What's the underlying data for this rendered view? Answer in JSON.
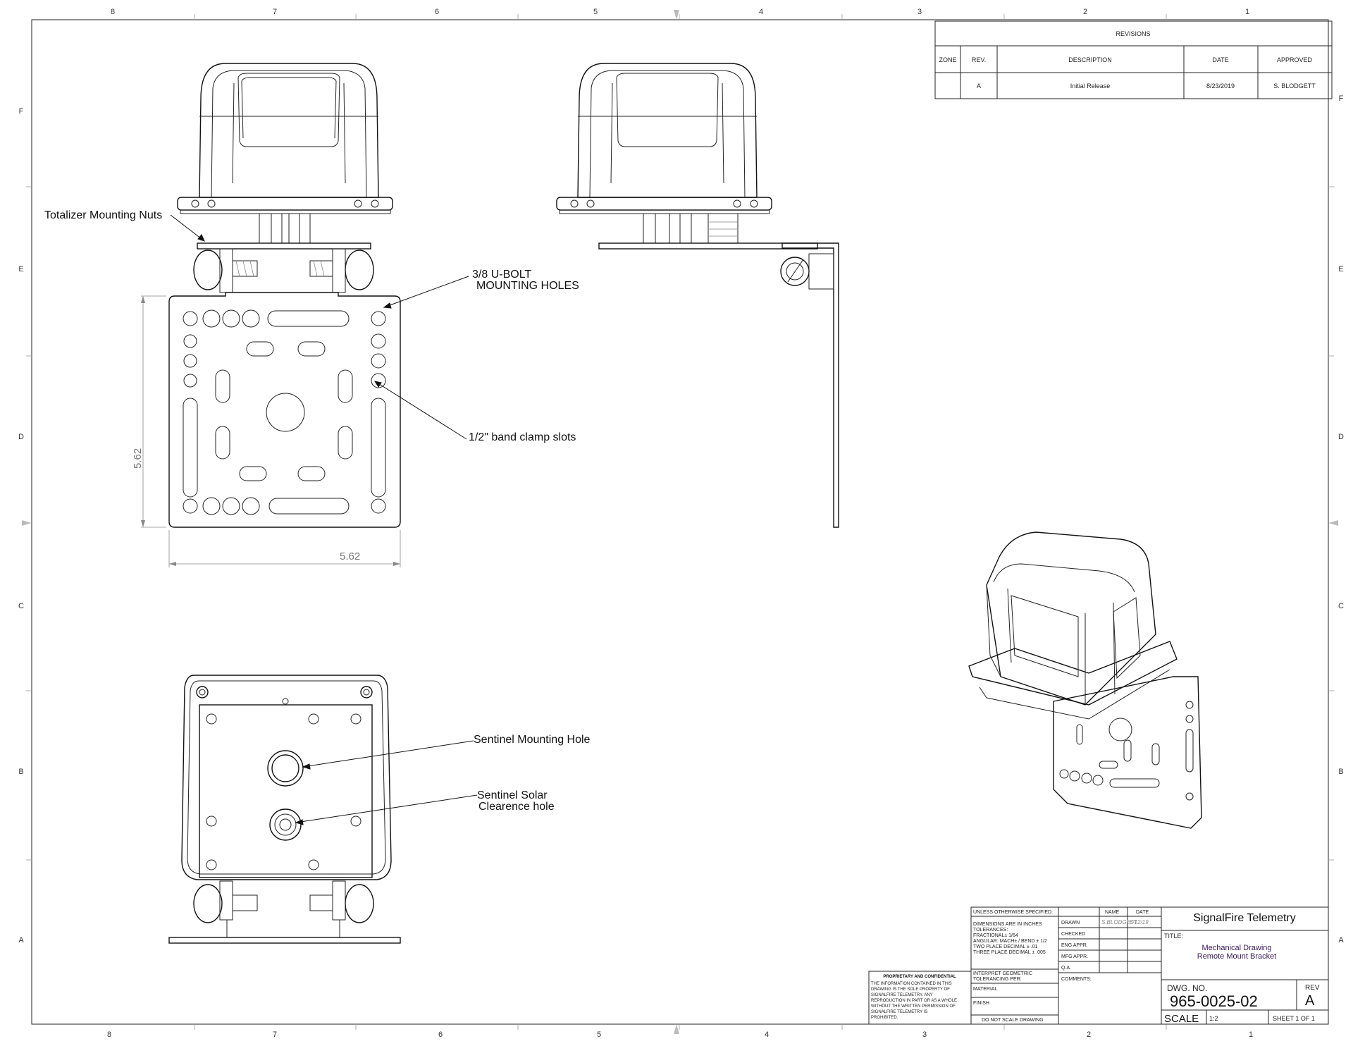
{
  "zones": {
    "columns": [
      "8",
      "7",
      "6",
      "5",
      "4",
      "3",
      "2",
      "1"
    ],
    "rows": [
      "F",
      "E",
      "D",
      "C",
      "B",
      "A"
    ]
  },
  "revisions": {
    "title": "REVISIONS",
    "headers": [
      "ZONE",
      "REV.",
      "DESCRIPTION",
      "DATE",
      "APPROVED"
    ],
    "rows": [
      [
        "",
        "A",
        "Initial Release",
        "8/23/2019",
        "S. BLODGETT"
      ]
    ]
  },
  "callouts": {
    "totalizer_nuts": "Totalizer Mounting Nuts",
    "ubolt_line1": "3/8 U-BOLT",
    "ubolt_line2": "MOUNTING HOLES",
    "band_clamp": "1/2\" band clamp slots",
    "sentinel_hole": "Sentinel Mounting  Hole",
    "solar_line1": "Sentinel Solar",
    "solar_line2": "Clearence hole"
  },
  "dimensions": {
    "height": "5.62",
    "width": "5.62"
  },
  "title_block": {
    "unless_specified": "UNLESS OTHERWISE SPECIFIED:",
    "col_name": "NAME",
    "col_date": "DATE",
    "dims_note_lines": [
      "DIMENSIONS ARE IN INCHES",
      "TOLERANCES:",
      "FRACTIONAL± 1/64",
      "ANGULAR: MACH± / BEND ± 1/2",
      "TWO PLACE DECIMAL  ±  .01",
      "THREE PLACE DECIMAL  ±  .005"
    ],
    "interpret_lines": [
      "INTERPRET GEOMETRIC",
      "TOLERANCING PER:"
    ],
    "material": "MATERIAL",
    "finish": "FINISH",
    "do_not_scale": "DO NOT SCALE DRAWING",
    "roles": [
      {
        "role": "DRAWN",
        "name": "S.BLODGETT",
        "date": "6/12/19"
      },
      {
        "role": "CHECKED",
        "name": "",
        "date": ""
      },
      {
        "role": "ENG APPR.",
        "name": "",
        "date": ""
      },
      {
        "role": "MFG APPR.",
        "name": "",
        "date": ""
      },
      {
        "role": "Q.A.",
        "name": "",
        "date": ""
      }
    ],
    "comments": "COMMENTS:",
    "company": "SignalFire Telemetry",
    "title_label": "TITLE:",
    "title_line1": "Mechanical Drawing",
    "title_line2": "Remote Mount Bracket",
    "dwg_no_label": "DWG.  NO.",
    "dwg_no": "965-0025-02",
    "rev_label": "REV",
    "rev": "A",
    "scale_label": "SCALE",
    "scale": "1:2",
    "sheet": "SHEET 1 OF 1",
    "proprietary_title": "PROPRIETARY AND CONFIDENTIAL",
    "proprietary_lines": [
      "THE INFORMATION CONTAINED IN THIS",
      "DRAWING IS THE SOLE PROPERTY OF",
      "SIGNALFIRE TELEMETRY.  ANY",
      "REPRODUCTION IN PART OR AS A WHOLE",
      "WITHOUT THE WRITTEN PERMISSION OF",
      "SIGNALFIRE TELEMETRY IS",
      "PROHIBITED."
    ]
  }
}
